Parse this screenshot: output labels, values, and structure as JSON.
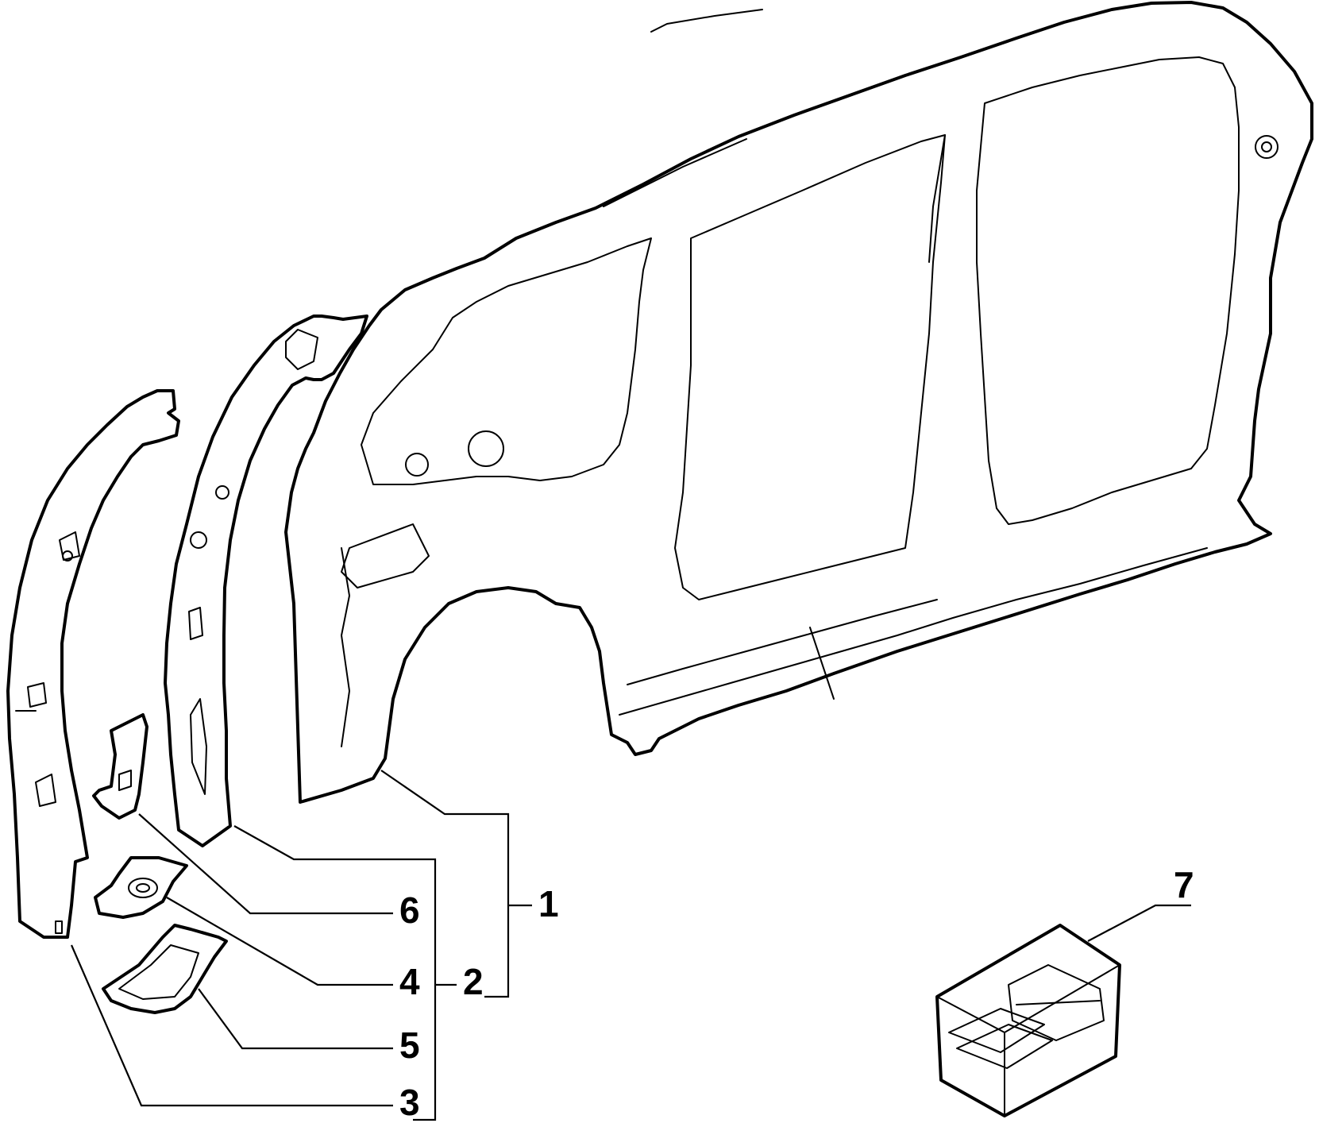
{
  "diagram": {
    "callouts": [
      {
        "id": "1",
        "label": "1"
      },
      {
        "id": "2",
        "label": "2"
      },
      {
        "id": "3",
        "label": "3"
      },
      {
        "id": "4",
        "label": "4"
      },
      {
        "id": "5",
        "label": "5"
      },
      {
        "id": "6",
        "label": "6"
      },
      {
        "id": "7",
        "label": "7"
      }
    ],
    "parts": [
      {
        "id": "1",
        "icon": "body-side-panel-icon"
      },
      {
        "id": "2",
        "icon": "front-pillar-reinforcement-icon"
      },
      {
        "id": "3",
        "icon": "front-pillar-outer-icon"
      },
      {
        "id": "4",
        "icon": "mounting-plate-icon"
      },
      {
        "id": "5",
        "icon": "gusset-panel-icon"
      },
      {
        "id": "6",
        "icon": "bracket-icon"
      },
      {
        "id": "7",
        "icon": "kit-box-icon"
      }
    ]
  }
}
